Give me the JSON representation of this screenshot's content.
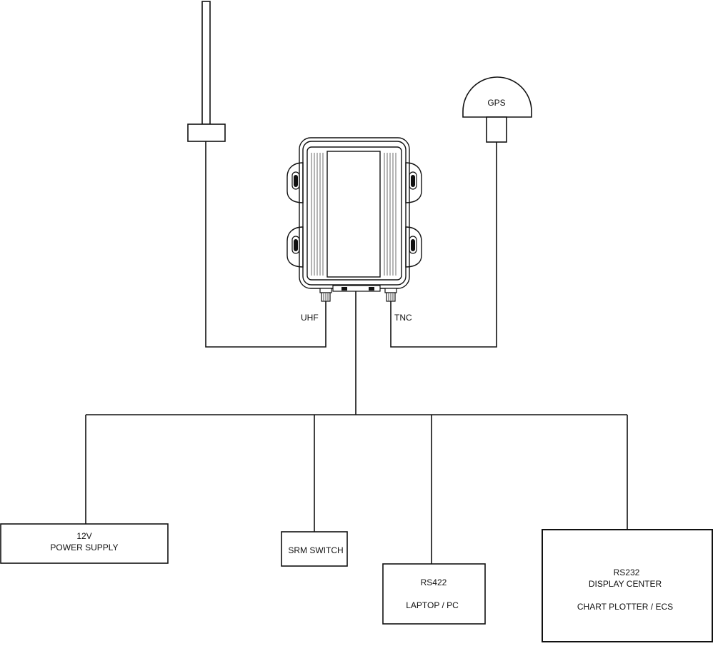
{
  "diagram": {
    "connectors": {
      "uhf": "UHF",
      "tnc": "TNC"
    },
    "gps": {
      "label": "GPS"
    },
    "devices": {
      "power_supply": {
        "line1": "12V",
        "line2": "POWER SUPPLY"
      },
      "srm_switch": {
        "line1": "SRM SWITCH"
      },
      "laptop": {
        "line1": "RS422",
        "line2": "LAPTOP / PC"
      },
      "display_center": {
        "line1": "RS232",
        "line2": "DISPLAY CENTER",
        "line3": "CHART PLOTTER / ECS"
      }
    }
  }
}
